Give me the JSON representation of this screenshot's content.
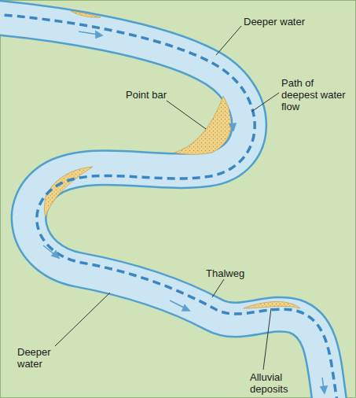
{
  "diagram": {
    "labels": [
      "Deeper water",
      "Path of deepest water flow",
      "Point bar",
      "Thalweg",
      "Deeper water",
      "Alluvial deposits"
    ]
  }
}
